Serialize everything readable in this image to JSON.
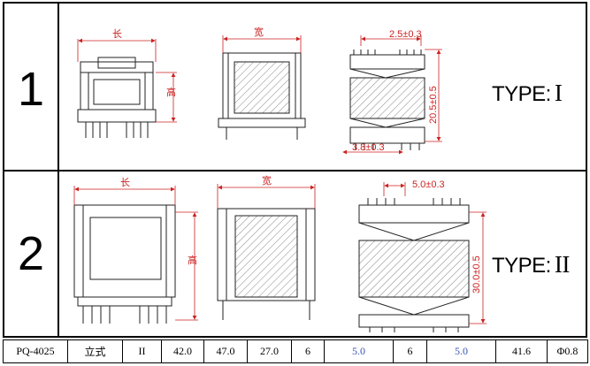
{
  "row1": {
    "number": "1",
    "type_label": "TYPE:",
    "type_roman": "I",
    "dim_length": "长",
    "dim_width": "宽",
    "dim_height": "高",
    "dim_pin_pitch": "2.5±0.3",
    "dim_row_span": "20.5±0.5",
    "dim_pin_offset": "3.8±0.3"
  },
  "row2": {
    "number": "2",
    "type_label": "TYPE:",
    "type_roman": "II",
    "dim_length": "长",
    "dim_width": "宽",
    "dim_height": "高",
    "dim_pin_pitch": "5.0±0.3",
    "dim_row_span": "30.0±0.5"
  },
  "spec_row": {
    "cells": [
      "PQ-4025",
      "立式",
      "II",
      "42.0",
      "47.0",
      "27.0",
      "6",
      "5.0",
      "6",
      "5.0",
      "41.6",
      "Φ0.8"
    ],
    "blue_indices": [
      7,
      9
    ]
  },
  "colors": {
    "dimension": "#cc2222",
    "value_blue": "#3a55b8"
  }
}
